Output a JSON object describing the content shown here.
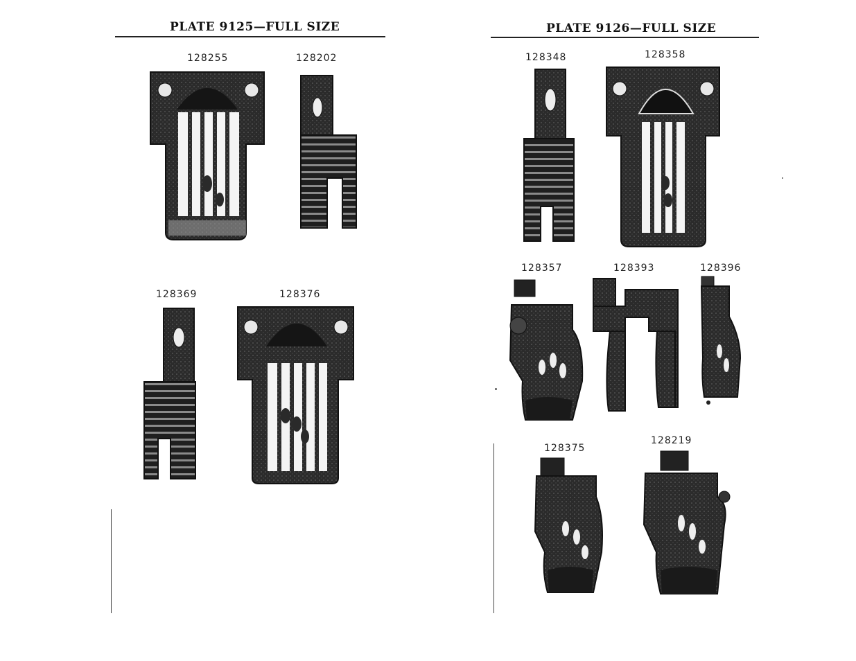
{
  "left_plate": {
    "title": "PLATE 9125—FULL SIZE",
    "parts": [
      {
        "number": "128255",
        "kind": "throat-plate"
      },
      {
        "number": "128202",
        "kind": "feed-dog"
      },
      {
        "number": "128369",
        "kind": "feed-dog"
      },
      {
        "number": "128376",
        "kind": "throat-plate"
      }
    ]
  },
  "right_plate": {
    "title": "PLATE 9126—FULL SIZE",
    "parts": [
      {
        "number": "128348",
        "kind": "feed-dog"
      },
      {
        "number": "128358",
        "kind": "throat-plate"
      },
      {
        "number": "128357",
        "kind": "presser-foot"
      },
      {
        "number": "128393",
        "kind": "presser-foot"
      },
      {
        "number": "128396",
        "kind": "presser-foot"
      },
      {
        "number": "128375",
        "kind": "presser-foot"
      },
      {
        "number": "128219",
        "kind": "presser-foot"
      }
    ]
  }
}
